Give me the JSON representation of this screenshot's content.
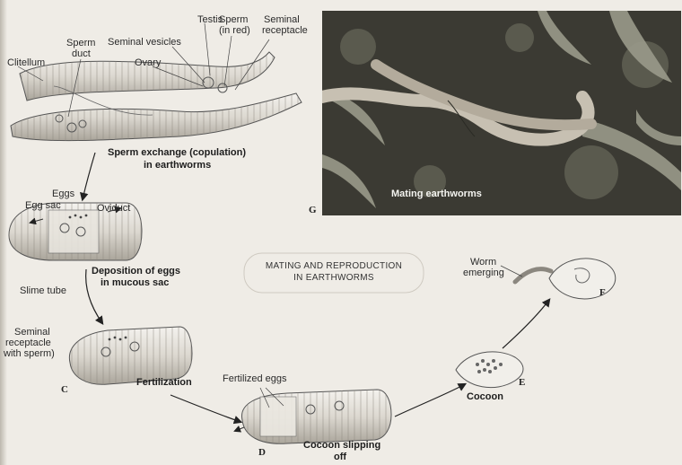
{
  "labels": {
    "testis": "Testis",
    "sperm_red_1": "Sperm",
    "sperm_red_2": "(in red)",
    "seminal_rec_1": "Seminal",
    "seminal_rec_2": "receptacle",
    "sperm_duct_1": "Sperm",
    "sperm_duct_2": "duct",
    "seminal_vesicles": "Seminal vesicles",
    "ovary": "Ovary",
    "clitellum": "Clitellum",
    "eggs": "Eggs",
    "egg_sac": "Egg sac",
    "oviduct": "Oviduct",
    "slime_tube": "Slime tube",
    "c_seminal_1": "Seminal",
    "c_seminal_2": "receptacle",
    "c_seminal_3": "with sperm)",
    "fertilized_eggs": "Fertilized eggs",
    "worm_emerging_1": "Worm",
    "worm_emerging_2": "emerging"
  },
  "captions": {
    "sperm_exchange_1": "Sperm exchange (copulation)",
    "sperm_exchange_2": "in earthworms",
    "deposition_1": "Deposition of eggs",
    "deposition_2": "in mucous sac",
    "fertilization": "Fertilization",
    "cocoon_slipping_1": "Cocoon slipping",
    "cocoon_slipping_2": "off",
    "cocoon": "Cocoon",
    "photo": "Mating earthworms"
  },
  "title": {
    "line1": "MATING AND REPRODUCTION",
    "line2": "IN EARTHWORMS"
  },
  "stage_letters": {
    "c": "C",
    "d": "D",
    "e": "E",
    "f": "F",
    "g": "G"
  }
}
